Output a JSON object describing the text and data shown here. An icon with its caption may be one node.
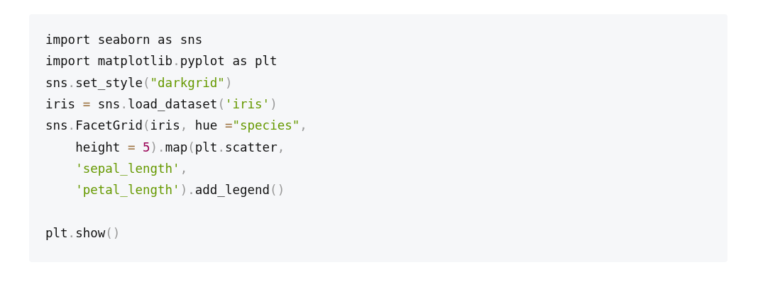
{
  "diagram": {
    "labels": [
      "import seaborn as sns",
      "import matplotlib.pyplot as plt",
      "sns.set_style(\"darkgrid\")",
      "iris = sns.load_dataset('iris')",
      "sns.FacetGrid(iris, hue =\"species\",",
      "height = 5).map(plt.scatter,",
      "'sepal_length',",
      "'petal_length').add_legend()",
      "plt.show()"
    ]
  }
}
